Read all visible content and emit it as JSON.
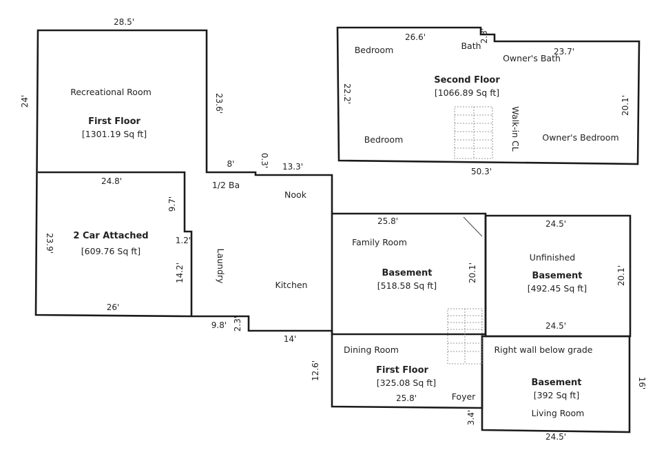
{
  "plans": {
    "first_floor_main": {
      "label": "First Floor",
      "area": "[1301.19 Sq ft]",
      "room": "Recreational Room"
    },
    "garage": {
      "label": "2 Car Attached",
      "area": "[609.76 Sq ft]"
    },
    "second_floor": {
      "label": "Second Floor",
      "area": "[1066.89 Sq ft]"
    },
    "basement_family": {
      "label": "Basement",
      "area": "[518.58 Sq ft]",
      "room": "Family Room"
    },
    "basement_unfinished": {
      "label": "Basement",
      "area": "[492.45 Sq ft]",
      "room": "Unfinished"
    },
    "first_floor_dining": {
      "label": "First Floor",
      "area": "[325.08 Sq ft]",
      "room": "Dining Room"
    },
    "basement_living": {
      "label": "Basement",
      "area": "[392 Sq ft]",
      "room": "Living Room"
    }
  },
  "rooms": {
    "half_bath": "1/2 Ba",
    "nook": "Nook",
    "laundry": "Laundry",
    "kitchen": "Kitchen",
    "bedroom_1": "Bedroom",
    "bedroom_2": "Bedroom",
    "bath": "Bath",
    "owners_bath": "Owner's Bath",
    "owners_bedroom": "Owner's Bedroom",
    "walk_in_cl": "Walk-in CL",
    "foyer": "Foyer",
    "right_wall_note": "Right wall below grade"
  },
  "dimensions": {
    "d_28_5": "28.5'",
    "d_24": "24'",
    "d_23_6": "23.6'",
    "d_8": "8'",
    "d_0_3": "0.3'",
    "d_13_3": "13.3'",
    "d_24_8": "24.8'",
    "d_9_7": "9.7'",
    "d_23_9": "23.9'",
    "d_1_2": "1.2'",
    "d_14_2": "14.2'",
    "d_26": "26'",
    "d_9_8": "9.8'",
    "d_2_3": "2.3'",
    "d_14": "14'",
    "d_26_6": "26.6'",
    "d_2_3_top": "2.3'",
    "d_23_7": "23.7'",
    "d_22_2": "22.2'",
    "d_20_1_second": "20.1'",
    "d_50_3": "50.3'",
    "d_25_8_top": "25.8'",
    "d_24_5_top": "24.5'",
    "d_20_1_family": "20.1'",
    "d_20_1_unfinished": "20.1'",
    "d_24_5_mid": "24.5'",
    "d_12_6": "12.6'",
    "d_25_8_bottom": "25.8'",
    "d_16": "16'",
    "d_3_4": "3.4'",
    "d_24_5_bottom": "24.5'"
  }
}
